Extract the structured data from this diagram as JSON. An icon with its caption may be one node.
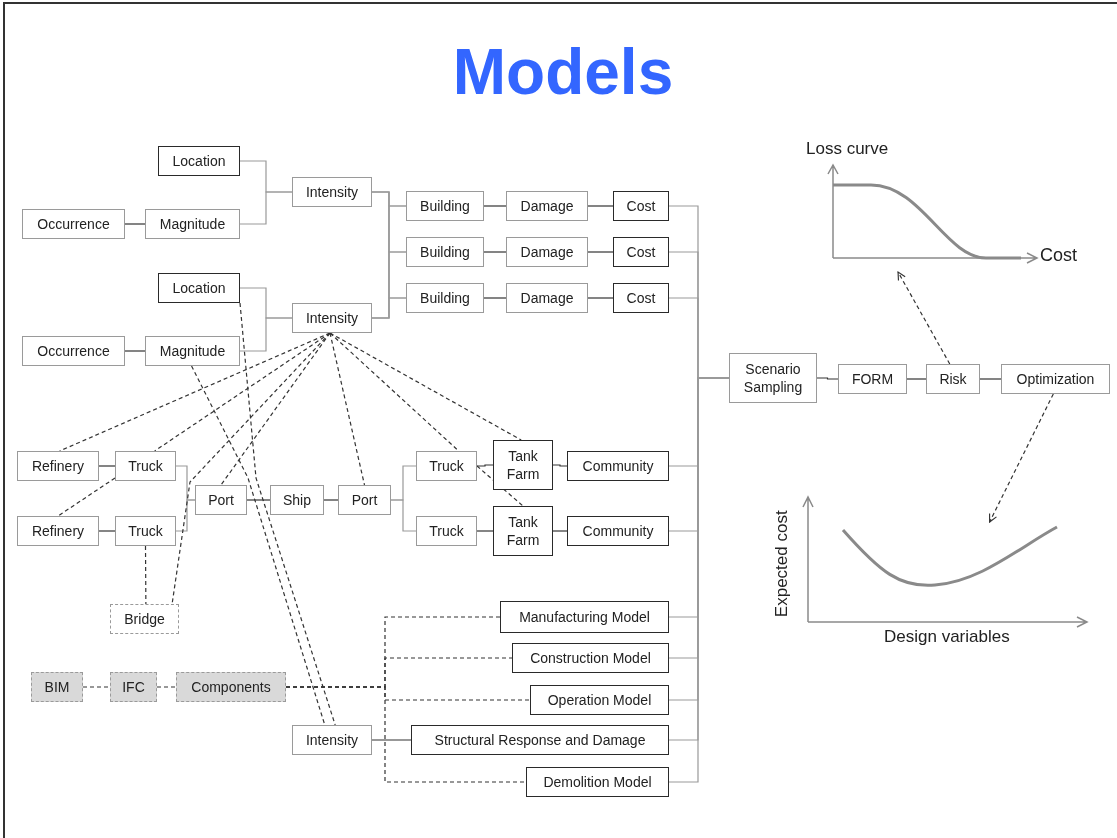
{
  "diagram": {
    "title": "Models",
    "nodes": [
      {
        "text": [
          "Location"
        ]
      },
      {
        "text": [
          "Occurrence"
        ]
      },
      {
        "text": [
          "Magnitude"
        ]
      },
      {
        "text": [
          "Intensity"
        ]
      },
      {
        "text": [
          "Building"
        ]
      },
      {
        "text": [
          "Damage"
        ]
      },
      {
        "text": [
          "Cost"
        ]
      },
      {
        "text": [
          "Building"
        ]
      },
      {
        "text": [
          "Damage"
        ]
      },
      {
        "text": [
          "Cost"
        ]
      },
      {
        "text": [
          "Building"
        ]
      },
      {
        "text": [
          "Damage"
        ]
      },
      {
        "text": [
          "Cost"
        ]
      },
      {
        "text": [
          "Location"
        ]
      },
      {
        "text": [
          "Occurrence"
        ]
      },
      {
        "text": [
          "Magnitude"
        ]
      },
      {
        "text": [
          "Intensity"
        ]
      },
      {
        "text": [
          "Refinery"
        ]
      },
      {
        "text": [
          "Truck"
        ]
      },
      {
        "text": [
          "Refinery"
        ]
      },
      {
        "text": [
          "Truck"
        ]
      },
      {
        "text": [
          "Port"
        ]
      },
      {
        "text": [
          "Ship"
        ]
      },
      {
        "text": [
          "Port"
        ]
      },
      {
        "text": [
          "Truck"
        ]
      },
      {
        "text": [
          "Tank Farm"
        ]
      },
      {
        "text": [
          "Community"
        ]
      },
      {
        "text": [
          "Truck"
        ]
      },
      {
        "text": [
          "Tank Farm"
        ]
      },
      {
        "text": [
          "Community"
        ]
      },
      {
        "text": [
          "Bridge"
        ]
      },
      {
        "text": [
          "Manufacturing Model"
        ]
      },
      {
        "text": [
          "Construction Model"
        ]
      },
      {
        "text": [
          "Operation Model"
        ]
      },
      {
        "text": [
          "BIM"
        ]
      },
      {
        "text": [
          "IFC"
        ]
      },
      {
        "text": [
          "Components"
        ]
      },
      {
        "text": [
          "Intensity"
        ]
      },
      {
        "text": [
          "Structural Response and Damage"
        ]
      },
      {
        "text": [
          "Demolition Model"
        ]
      },
      {
        "text": [
          "Scenario Sampling"
        ]
      },
      {
        "text": [
          "FORM"
        ]
      },
      {
        "text": [
          "Risk"
        ]
      },
      {
        "text": [
          "Optimization"
        ]
      },
      {
        "text": [],
        "shape": "picture"
      },
      {
        "text": [],
        "shape": "picture"
      }
    ],
    "edges": [
      {
        "from": 0,
        "to": 3,
        "arrow": "none",
        "color": "#999999"
      },
      {
        "from": 2,
        "to": 3,
        "arrow": "none",
        "color": "#999999"
      },
      {
        "from": 1,
        "to": 2,
        "arrow": "none"
      },
      {
        "from": 3,
        "to": 4,
        "arrow": "none",
        "color": "#999999"
      },
      {
        "from": 3,
        "to": 7,
        "arrow": "none",
        "color": "#999999"
      },
      {
        "from": 3,
        "to": 10,
        "arrow": "none",
        "color": "#999999"
      },
      {
        "from": 4,
        "to": 5,
        "arrow": "none"
      },
      {
        "from": 5,
        "to": 6,
        "arrow": "none"
      },
      {
        "from": 7,
        "to": 8,
        "arrow": "none"
      },
      {
        "from": 8,
        "to": 9,
        "arrow": "none"
      },
      {
        "from": 10,
        "to": 11,
        "arrow": "none"
      },
      {
        "from": 11,
        "to": 12,
        "arrow": "none"
      },
      {
        "from": 13,
        "to": 16,
        "arrow": "none",
        "color": "#999999"
      },
      {
        "from": 15,
        "to": 16,
        "arrow": "none",
        "color": "#999999"
      },
      {
        "from": 14,
        "to": 15,
        "arrow": "none"
      },
      {
        "from": 16,
        "to": 4,
        "arrow": "none",
        "color": "#999999"
      },
      {
        "from": 16,
        "to": 7,
        "arrow": "none",
        "color": "#999999"
      },
      {
        "from": 16,
        "to": 10,
        "arrow": "none",
        "color": "#999999"
      },
      {
        "from": 17,
        "to": 18,
        "arrow": "none"
      },
      {
        "from": 19,
        "to": 20,
        "arrow": "none"
      },
      {
        "from": 18,
        "to": 21,
        "arrow": "none",
        "color": "#999999"
      },
      {
        "from": 20,
        "to": 21,
        "arrow": "none",
        "color": "#999999"
      },
      {
        "from": 21,
        "to": 22,
        "arrow": "none"
      },
      {
        "from": 22,
        "to": 23,
        "arrow": "none"
      },
      {
        "from": 23,
        "to": 24,
        "arrow": "none",
        "color": "#999999"
      },
      {
        "from": 23,
        "to": 27,
        "arrow": "none",
        "color": "#999999"
      },
      {
        "from": 24,
        "to": 25,
        "arrow": "none"
      },
      {
        "from": 25,
        "to": 26,
        "arrow": "none"
      },
      {
        "from": 27,
        "to": 28,
        "arrow": "none"
      },
      {
        "from": 28,
        "to": 29,
        "arrow": "none"
      },
      {
        "from": 6,
        "to": 40,
        "arrow": "none",
        "color": "#999999"
      },
      {
        "from": 9,
        "to": 40,
        "arrow": "none",
        "color": "#999999"
      },
      {
        "from": 12,
        "to": 40,
        "arrow": "none",
        "color": "#999999"
      },
      {
        "from": 26,
        "to": 40,
        "arrow": "none",
        "color": "#999999"
      },
      {
        "from": 29,
        "to": 40,
        "arrow": "none",
        "color": "#999999"
      },
      {
        "from": 31,
        "to": 40,
        "arrow": "none",
        "color": "#999999"
      },
      {
        "from": 32,
        "to": 40,
        "arrow": "none",
        "color": "#999999"
      },
      {
        "from": 33,
        "to": 40,
        "arrow": "none",
        "color": "#999999"
      },
      {
        "from": 38,
        "to": 40,
        "arrow": "none",
        "color": "#999999"
      },
      {
        "from": 39,
        "to": 40,
        "arrow": "none",
        "color": "#999999"
      },
      {
        "from": 40,
        "to": 41,
        "arrow": "none"
      },
      {
        "from": 41,
        "to": 42,
        "arrow": "none"
      },
      {
        "from": 42,
        "to": 43,
        "arrow": "none"
      },
      {
        "from": 42,
        "to": 44,
        "arrow": "to",
        "style": "dashed"
      },
      {
        "from": 43,
        "to": 45,
        "arrow": "to",
        "style": "dashed"
      },
      {
        "from": 16,
        "to": 17,
        "arrow": "none",
        "style": "dashed"
      },
      {
        "from": 16,
        "to": 18,
        "arrow": "none",
        "style": "dashed"
      },
      {
        "from": 16,
        "to": 21,
        "arrow": "none",
        "style": "dashed"
      },
      {
        "from": 16,
        "to": 30,
        "arrow": "none",
        "style": "dashed"
      },
      {
        "from": 16,
        "to": 23,
        "arrow": "none",
        "style": "dashed"
      },
      {
        "from": 16,
        "to": 24,
        "arrow": "none",
        "style": "dashed"
      },
      {
        "from": 16,
        "to": 25,
        "arrow": "none",
        "style": "dashed"
      },
      {
        "from": 18,
        "to": 19,
        "arrow": "none",
        "style": "dashed"
      },
      {
        "from": 20,
        "to": 30,
        "arrow": "none",
        "style": "dashed"
      },
      {
        "from": 24,
        "to": 28,
        "arrow": "none",
        "style": "dashed"
      },
      {
        "from": 13,
        "to": 37,
        "arrow": "none",
        "style": "dashed"
      },
      {
        "from": 15,
        "to": 37,
        "arrow": "none",
        "style": "dashed"
      },
      {
        "from": 34,
        "to": 35,
        "arrow": "none",
        "style": "dashed"
      },
      {
        "from": 35,
        "to": 36,
        "arrow": "none",
        "style": "dashed"
      },
      {
        "from": 36,
        "to": 31,
        "arrow": "none",
        "style": "dashed"
      },
      {
        "from": 36,
        "to": 32,
        "arrow": "none",
        "style": "dashed"
      },
      {
        "from": 36,
        "to": 33,
        "arrow": "none",
        "style": "dashed"
      },
      {
        "from": 36,
        "to": 39,
        "arrow": "none",
        "style": "dashed"
      },
      {
        "from": 37,
        "to": 38,
        "arrow": "none"
      }
    ],
    "labels": [
      "Loss curve",
      "Cost",
      "Expected cost",
      "Design variables"
    ]
  }
}
